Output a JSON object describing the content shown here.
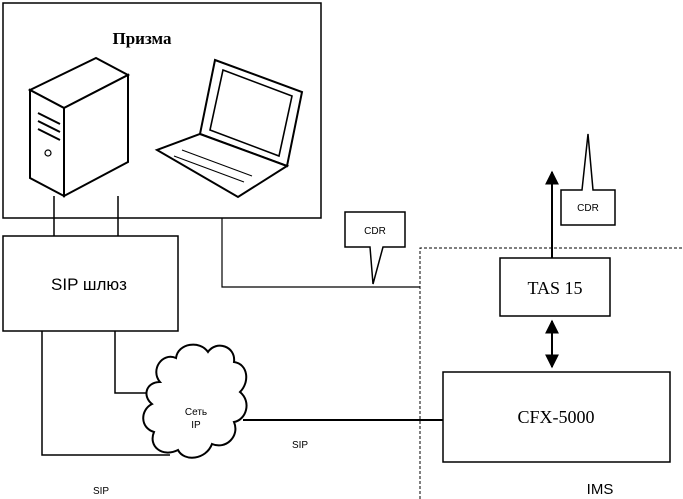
{
  "diagram": {
    "prizma_title": "Призма",
    "sip_gateway_label": "SIP шлюз",
    "cdr_label_left": "CDR",
    "cdr_label_right": "CDR",
    "tas_label": "TAS 15",
    "cfx_label": "CFX-5000",
    "cloud_label_line1": "Сеть",
    "cloud_label_line2": "IP",
    "sip_label_mid": "SIP",
    "sip_label_bottom": "SIP",
    "ims_label": "IMS",
    "icons": [
      "server-tower-icon",
      "laptop-icon",
      "ip-network-cloud-icon"
    ],
    "line_color": "#000000"
  }
}
